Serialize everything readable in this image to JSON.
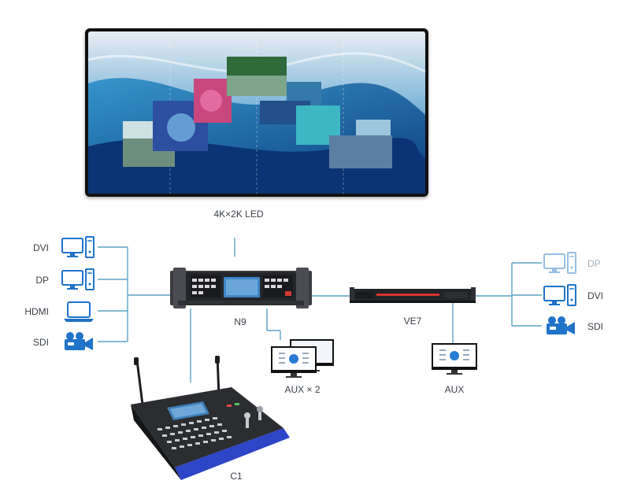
{
  "led_wall": {
    "label": "4K×2K LED"
  },
  "devices": {
    "n9": {
      "label": "N9"
    },
    "ve7": {
      "label": "VE7"
    },
    "c1": {
      "label": "C1"
    },
    "aux_left": {
      "label": "AUX × 2"
    },
    "aux_right": {
      "label": "AUX"
    }
  },
  "inputs": [
    {
      "label": "DVI",
      "icon": "monitor-icon"
    },
    {
      "label": "DP",
      "icon": "monitor-icon"
    },
    {
      "label": "HDMI",
      "icon": "laptop-icon"
    },
    {
      "label": "SDI",
      "icon": "video-camera-icon"
    }
  ],
  "outputs": [
    {
      "label": "DP",
      "icon": "monitor-icon",
      "faded": true
    },
    {
      "label": "DVI",
      "icon": "monitor-icon"
    },
    {
      "label": "SDI",
      "icon": "video-camera-icon"
    }
  ],
  "colors": {
    "icon_blue": "#1f73c9",
    "line": "#5aa4c4",
    "wall_bg": "#123f7e",
    "ve7_accent": "#d8352a",
    "c1_accent": "#2d45c7"
  }
}
